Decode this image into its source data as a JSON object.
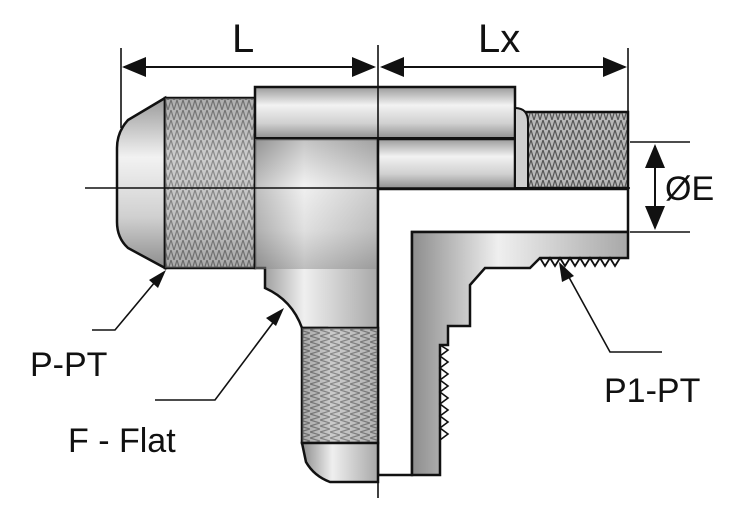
{
  "labels": {
    "dim_left": "L",
    "dim_right": "Lx",
    "dim_diameter": "ØE",
    "port_left": "P-PT",
    "flat": "F - Flat",
    "port_right": "P1-PT"
  },
  "colors": {
    "line": "#111111",
    "metal_light": "#e6e6e6",
    "metal_mid": "#bdbdbd",
    "metal_dark": "#8a8a8a",
    "section_white": "#ffffff"
  }
}
